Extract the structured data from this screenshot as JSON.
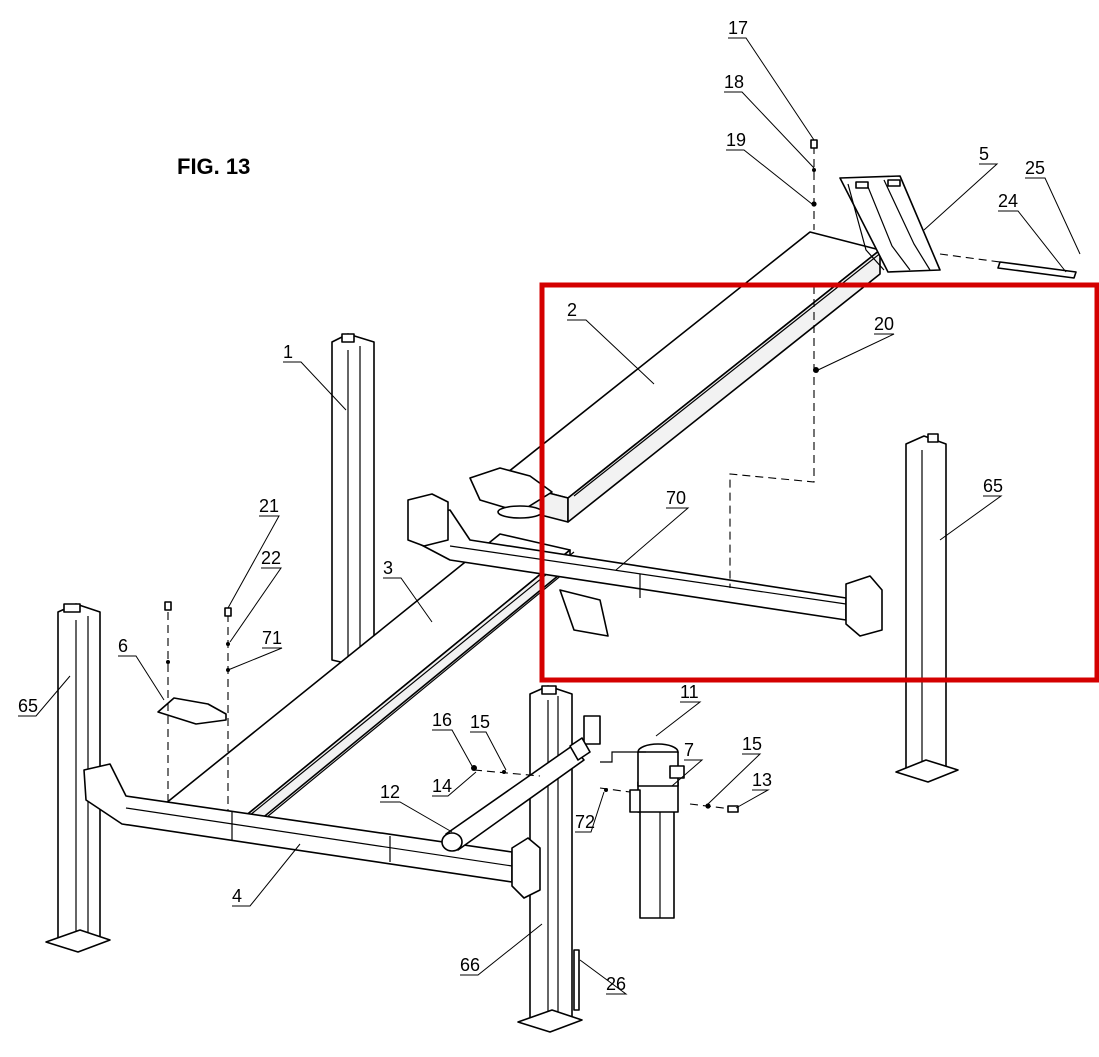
{
  "figure": {
    "title": "FIG. 13"
  },
  "callouts": [
    {
      "id": "c1",
      "text": "1"
    },
    {
      "id": "c2",
      "text": "2"
    },
    {
      "id": "c3",
      "text": "3"
    },
    {
      "id": "c4",
      "text": "4"
    },
    {
      "id": "c5",
      "text": "5"
    },
    {
      "id": "c6",
      "text": "6"
    },
    {
      "id": "c7",
      "text": "7"
    },
    {
      "id": "c11",
      "text": "11"
    },
    {
      "id": "c12",
      "text": "12"
    },
    {
      "id": "c13",
      "text": "13"
    },
    {
      "id": "c14",
      "text": "14"
    },
    {
      "id": "c15a",
      "text": "15"
    },
    {
      "id": "c15b",
      "text": "15"
    },
    {
      "id": "c16",
      "text": "16"
    },
    {
      "id": "c17",
      "text": "17"
    },
    {
      "id": "c18",
      "text": "18"
    },
    {
      "id": "c19",
      "text": "19"
    },
    {
      "id": "c20",
      "text": "20"
    },
    {
      "id": "c21",
      "text": "21"
    },
    {
      "id": "c22",
      "text": "22"
    },
    {
      "id": "c24",
      "text": "24"
    },
    {
      "id": "c25",
      "text": "25"
    },
    {
      "id": "c26",
      "text": "26"
    },
    {
      "id": "c65a",
      "text": "65"
    },
    {
      "id": "c65b",
      "text": "65"
    },
    {
      "id": "c66",
      "text": "66"
    },
    {
      "id": "c70",
      "text": "70"
    },
    {
      "id": "c71",
      "text": "71"
    },
    {
      "id": "c72",
      "text": "72"
    }
  ],
  "colors": {
    "highlight": "#d40000",
    "line": "#000000",
    "background": "#ffffff"
  }
}
